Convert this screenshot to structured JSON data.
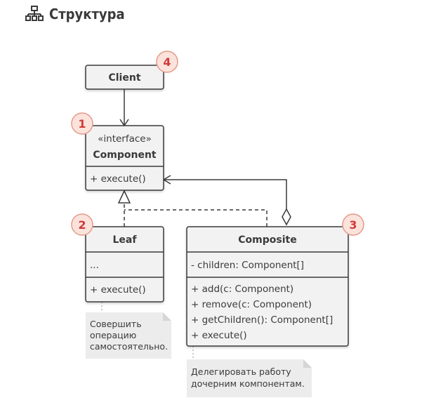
{
  "header": {
    "title": "Структура",
    "icon": "structure-icon"
  },
  "diagram": {
    "client": {
      "title": "Client",
      "badge": "4"
    },
    "component": {
      "stereotype": "«interface»",
      "title": "Component",
      "methods": [
        "+ execute()"
      ],
      "badge": "1"
    },
    "leaf": {
      "title": "Leaf",
      "fields": [
        "..."
      ],
      "methods": [
        "+ execute()"
      ],
      "badge": "2"
    },
    "composite": {
      "title": "Composite",
      "fields": [
        "- children: Component[]"
      ],
      "methods": [
        "+ add(c: Component)",
        "+ remove(c: Component)",
        "+ getChildren(): Component[]",
        "+ execute()"
      ],
      "badge": "3"
    },
    "notes": {
      "leaf": [
        "Совершить",
        "операцию",
        "самостоятельно."
      ],
      "composite": [
        "Делегировать работу",
        "дочерним компонентам."
      ]
    },
    "colors": {
      "box_fill": "#f2f2f2",
      "box_stroke": "#3a3a3a",
      "note_fill": "#ececec",
      "badge_fill": "#fbe3dc",
      "badge_stroke": "#e39a8a",
      "badge_text": "#d03a3a"
    }
  }
}
